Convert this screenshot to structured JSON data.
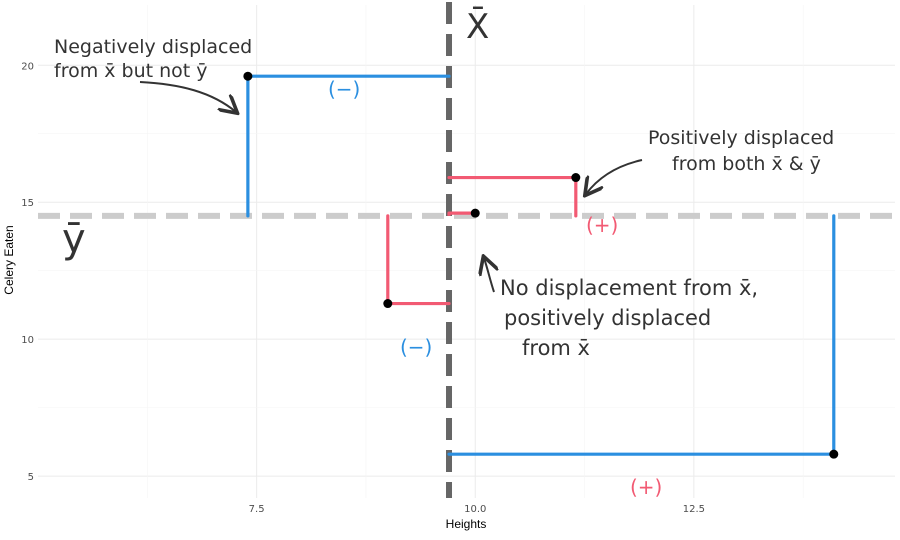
{
  "chart_data": {
    "type": "scatter",
    "xlabel": "Heights",
    "ylabel": "Celery Eaten",
    "x_ticks": [
      "7.5",
      "10.0",
      "12.5"
    ],
    "y_ticks": [
      "5",
      "10",
      "15",
      "20"
    ],
    "xlim": [
      5.0,
      14.8
    ],
    "ylim": [
      4.2,
      22.2
    ],
    "grid": true,
    "x_mean": 9.7,
    "y_mean": 14.5,
    "x_mean_label": "X̄",
    "y_mean_label": "ȳ",
    "points": [
      {
        "x": 7.4,
        "y": 19.6
      },
      {
        "x": 9.0,
        "y": 11.3
      },
      {
        "x": 10.0,
        "y": 14.6
      },
      {
        "x": 11.15,
        "y": 15.9
      },
      {
        "x": 14.1,
        "y": 5.8
      }
    ],
    "colors": {
      "positive": "#f25a73",
      "negative": "#2b8fe0",
      "mean_x": "#666666",
      "mean_y": "#cccccc",
      "grid": "#ebebeb"
    },
    "annotations": {
      "neg_x": [
        "Negatively displaced",
        "from x̄   but not ȳ"
      ],
      "pos_both": [
        "Positively displaced",
        "from   both  x̄ & ȳ"
      ],
      "no_disp": [
        "No displacement from x̄,",
        "positively displaced",
        "from x̄"
      ],
      "sign_neg_top": "(−)",
      "sign_neg_mid": "(−)",
      "sign_pos_mid": "(+)",
      "sign_pos_bottom": "(+)"
    }
  }
}
